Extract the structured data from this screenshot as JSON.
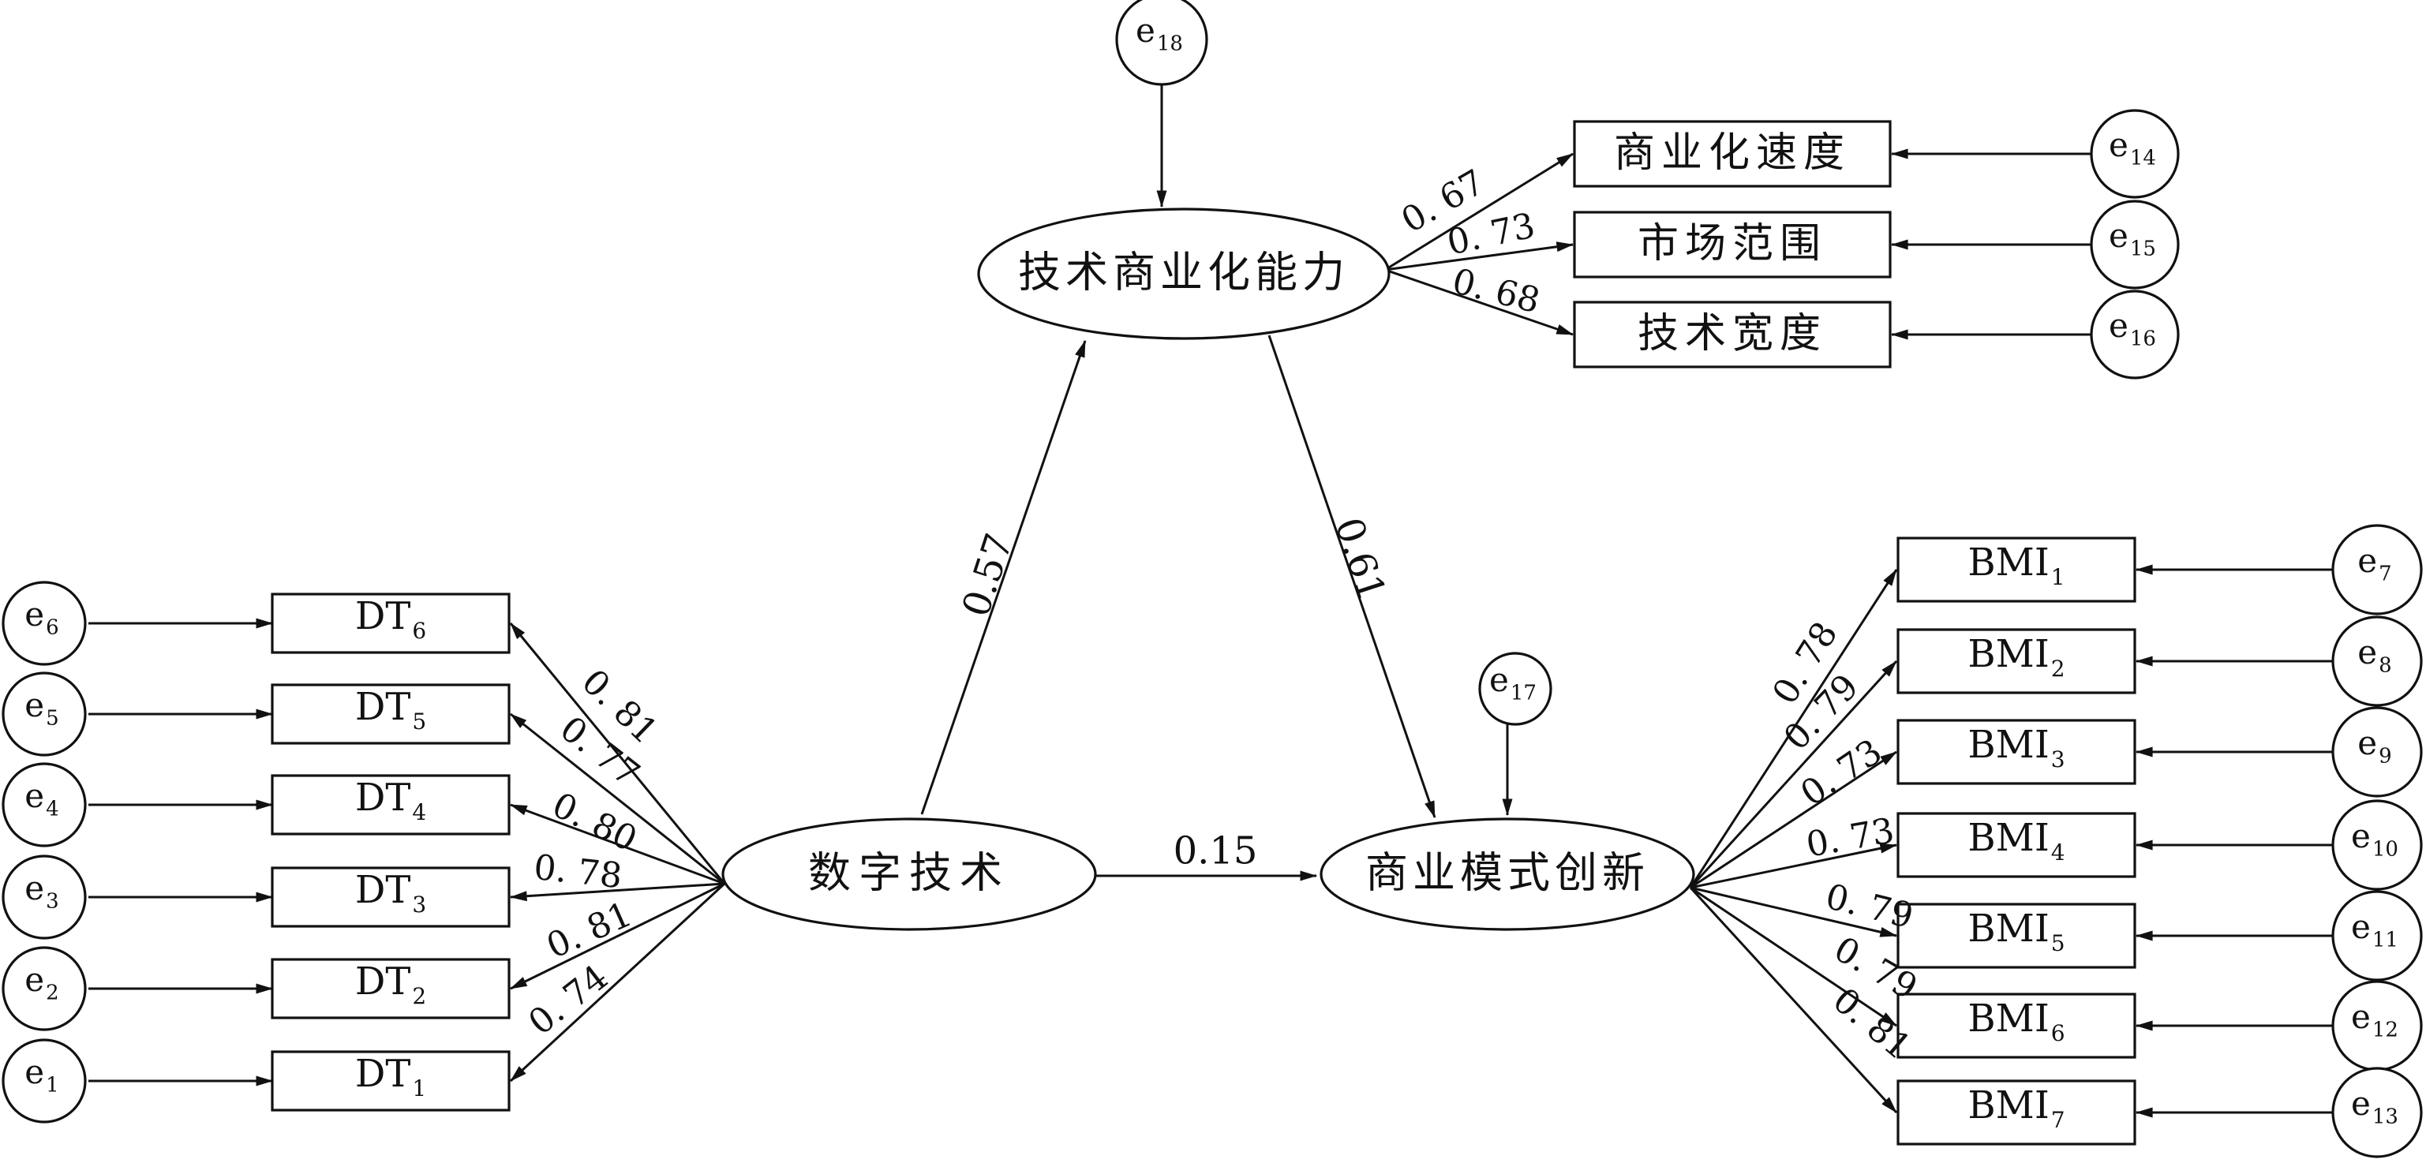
{
  "colors": {
    "ink": "#111111",
    "background": "#ffffff"
  },
  "latent": {
    "dt": "数字技术",
    "tc": "技术商业化能力",
    "bmi": "商业模式创新"
  },
  "tc_indicators": [
    "商业化速度",
    "市场范围",
    "技术宽度"
  ],
  "dt_indicators": [
    {
      "base": "DT",
      "sub": "6"
    },
    {
      "base": "DT",
      "sub": "5"
    },
    {
      "base": "DT",
      "sub": "4"
    },
    {
      "base": "DT",
      "sub": "3"
    },
    {
      "base": "DT",
      "sub": "2"
    },
    {
      "base": "DT",
      "sub": "1"
    }
  ],
  "bmi_indicators": [
    {
      "base": "BMI",
      "sub": "1"
    },
    {
      "base": "BMI",
      "sub": "2"
    },
    {
      "base": "BMI",
      "sub": "3"
    },
    {
      "base": "BMI",
      "sub": "4"
    },
    {
      "base": "BMI",
      "sub": "5"
    },
    {
      "base": "BMI",
      "sub": "6"
    },
    {
      "base": "BMI",
      "sub": "7"
    }
  ],
  "errors": {
    "dt": [
      "6",
      "5",
      "4",
      "3",
      "2",
      "1"
    ],
    "bmi": [
      "7",
      "8",
      "9",
      "10",
      "11",
      "12",
      "13"
    ],
    "tc": [
      "14",
      "15",
      "16"
    ],
    "e17": "17",
    "e18": "18"
  },
  "error_base": "e",
  "loadings": {
    "dt": [
      "0. 81",
      "0. 77",
      "0. 80",
      "0. 78",
      "0. 81",
      "0. 74"
    ],
    "bmi": [
      "0. 78",
      "0. 79",
      "0. 73",
      "0. 73",
      "0. 79",
      "0. 79",
      "0. 81"
    ],
    "tc": [
      "0. 67",
      "0. 73",
      "0. 68"
    ]
  },
  "paths": {
    "dt_to_tc": "0.57",
    "tc_to_bmi": "0.61",
    "dt_to_bmi": "0.15"
  }
}
